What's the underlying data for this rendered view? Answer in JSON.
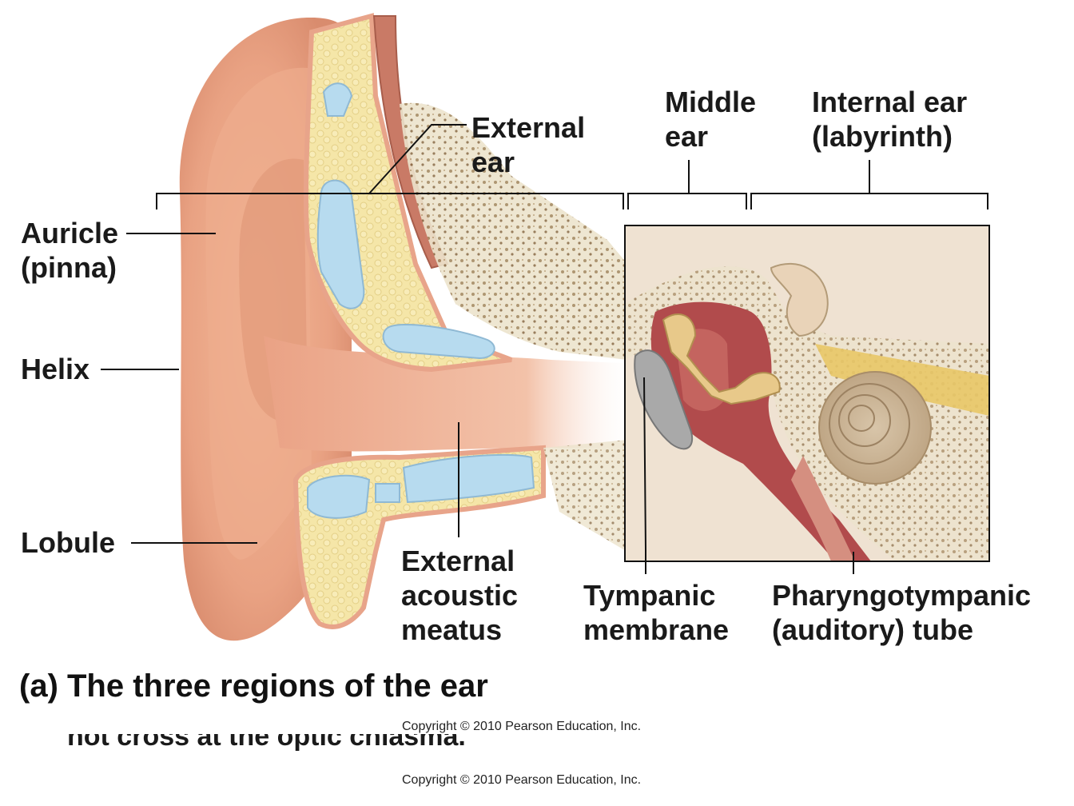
{
  "labels": {
    "external_ear": "External\near",
    "middle_ear": "Middle\near",
    "internal_ear": "Internal ear\n(labyrinth)",
    "auricle": "Auricle\n(pinna)",
    "helix": "Helix",
    "lobule": "Lobule",
    "external_acoustic_meatus": "External\nacoustic\nmeatus",
    "tympanic_membrane": "Tympanic\nmembrane",
    "pharyngotympanic_tube": "Pharyngotympanic\n(auditory) tube"
  },
  "caption": "(a) The three regions of the ear",
  "copyright_1": "Copyright © 2010 Pearson Education, Inc.",
  "copyright_2": "Copyright © 2010 Pearson Education, Inc.",
  "partial_text": "not cross at the optic chiasma."
}
